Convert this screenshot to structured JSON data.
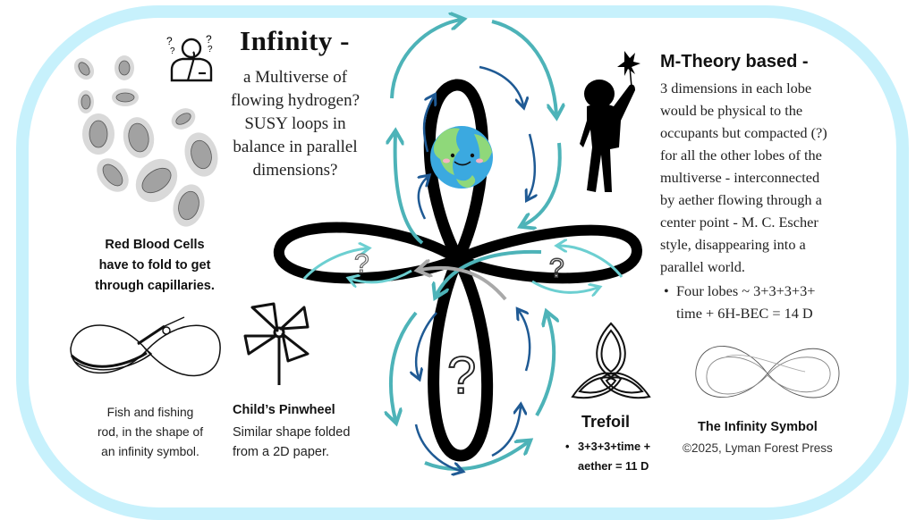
{
  "header": {
    "title": "Infinity -",
    "subtitle_lines": [
      "a Multiverse of",
      "flowing hydrogen?",
      "SUSY loops in",
      "balance in parallel",
      "dimensions?"
    ]
  },
  "m_theory": {
    "heading": "M-Theory based -",
    "body_lines": [
      "3 dimensions in each lobe",
      "would be physical to the",
      "occupants but compacted (?)",
      "for all the other lobes of the",
      "multiverse - interconnected",
      "by aether flowing through a",
      "center point - M. C. Escher",
      "style, disappearing into a",
      "parallel world."
    ],
    "bullet_lines": [
      "Four lobes ~ 3+3+3+3+",
      "time + 6H-BEC = 14 D"
    ]
  },
  "red_blood_cells": {
    "caption_lines": [
      "Red Blood Cells",
      "have to fold to get",
      "through capillaries."
    ]
  },
  "fish": {
    "caption_lines": [
      "Fish and fishing",
      "rod, in the shape of",
      "an infinity symbol."
    ]
  },
  "pinwheel": {
    "title": "Child’s Pinwheel",
    "body_lines": [
      "Similar shape folded",
      "from a 2D paper."
    ]
  },
  "trefoil": {
    "title": "Trefoil",
    "bullet_lines": [
      "3+3+3+time +",
      "aether = 11 D"
    ]
  },
  "infinity_symbol": {
    "title": "The Infinity Symbol",
    "copyright": "2025, Lyman Forest Press",
    "copyright_icon": "©"
  },
  "diagram": {
    "lobe_marks": [
      "?",
      "?",
      "?"
    ],
    "center_icon": "earth-smiley"
  },
  "colors": {
    "frame": "#c7f1fc",
    "teal_arrow": "#4db3b8",
    "light_teal_arrow": "#6ccfd1",
    "dark_blue_arrow": "#1f5a94",
    "gray_arrow": "#a9a9a9",
    "ink": "#000000",
    "cell_outer": "#d9d9d9",
    "cell_inner": "#a2a2a2",
    "earth_ocean": "#3ba9e0",
    "earth_land": "#8fd87a"
  }
}
